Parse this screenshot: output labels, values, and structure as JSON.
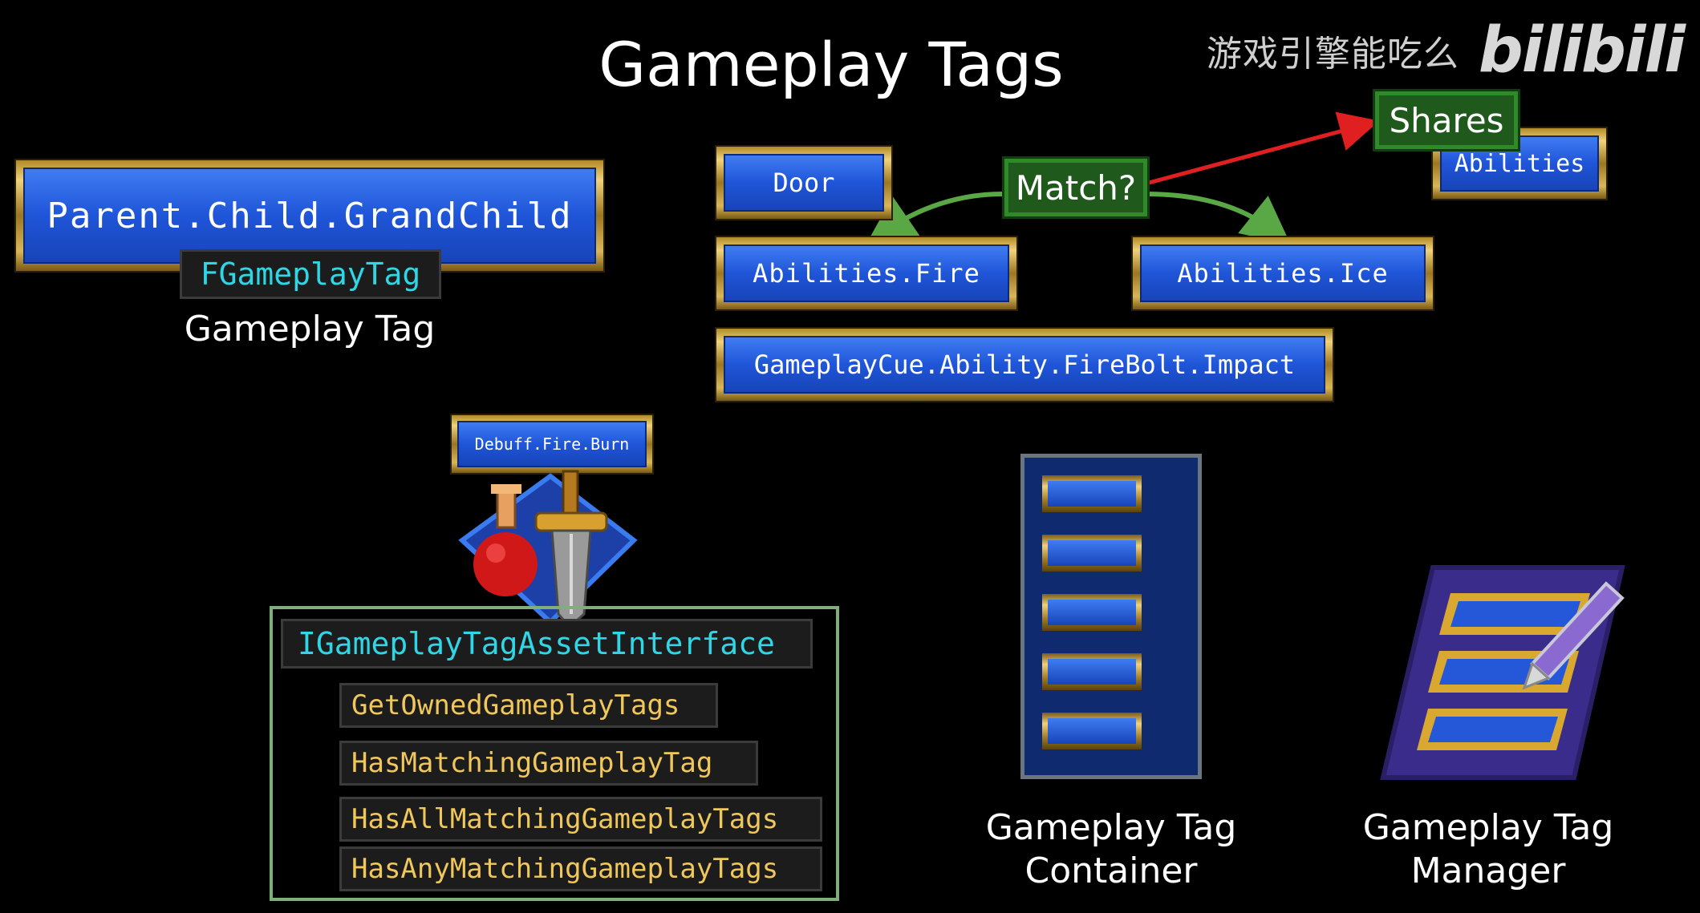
{
  "title": "Gameplay Tags",
  "watermark": {
    "channel": "游戏引擎能吃么",
    "logo": "bilibili"
  },
  "tag_section": {
    "tag_text": "Parent.Child.GrandChild",
    "type_label": "FGameplayTag",
    "caption": "Gameplay Tag"
  },
  "matching": {
    "tags": [
      "Door",
      "Abilities.Fire",
      "Abilities.Ice",
      "GameplayCue.Ability.FireBolt.Impact"
    ],
    "match_label": "Match?",
    "shares_label": "Shares",
    "shares_tag": "Abilities"
  },
  "asset_interface": {
    "debuff_tag": "Debuff.Fire.Burn",
    "interface_name": "IGameplayTagAssetInterface",
    "methods": [
      "GetOwnedGameplayTags",
      "HasMatchingGameplayTag",
      "HasAllMatchingGameplayTags",
      "HasAnyMatchingGameplayTags"
    ]
  },
  "container": {
    "caption_line1": "Gameplay Tag",
    "caption_line2": "Container"
  },
  "manager": {
    "caption_line1": "Gameplay Tag",
    "caption_line2": "Manager"
  },
  "colors": {
    "cyan": "#2fd6e6",
    "gold": "#f0c75a",
    "arrow_green": "#5aa845",
    "arrow_red": "#e02020",
    "tag_blue": "#1f55d8"
  }
}
